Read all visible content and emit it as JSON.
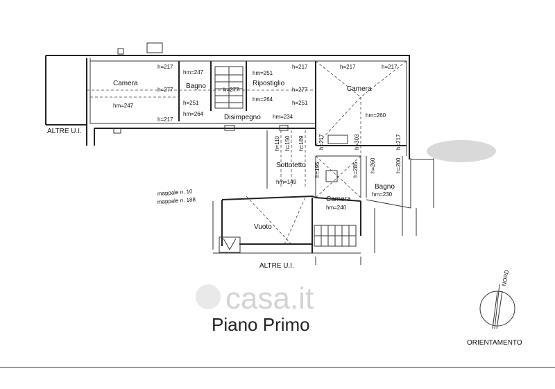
{
  "rooms": {
    "camera_left": "Camera",
    "bagno_top": "Bagno",
    "ripostiglio": "Ripostiglio",
    "camera_right": "Camera",
    "disimpegno": "Disimpegno",
    "sottotetto": "Sottotetto",
    "camera_lower": "Camera",
    "bagno_lower": "Bagno",
    "vuoto": "Vuoto"
  },
  "heights": {
    "h217_a": "h=217",
    "h247": "hm=247",
    "h251_top": "hm=251",
    "h217_b": "h=217",
    "h217_c": "h=217",
    "h217_d": "h=217",
    "h277_a": "h=277",
    "h277_b": "h=277",
    "h277_c": "h=277",
    "hm247": "hm=247",
    "h251_a": "h=251",
    "hm264": "hm=264",
    "h251_b": "h=251",
    "h264": "hm=264",
    "hm260": "hm=260",
    "h217_e": "h=217",
    "hm234": "hm=234",
    "h110": "h=110",
    "h150": "h=150",
    "h189": "h=189",
    "h217_f": "h=217",
    "h303": "h=303",
    "h217_g": "h=217",
    "h195": "h=195",
    "h285": "h=285",
    "h260": "h=260",
    "h200": "h=200",
    "hm149": "hm=149",
    "hm240": "hm=240",
    "hm230": "hm=230"
  },
  "labels": {
    "altre_left": "ALTRE U.I.",
    "altre_bottom": "ALTRE U.I.",
    "mappale10": "mappale n. 10",
    "mappale188": "mappale n. 188",
    "floor_title": "Piano Primo",
    "orientamento": "ORIENTAMENTO",
    "nord": "NORD",
    "watermark": "casa.it"
  }
}
